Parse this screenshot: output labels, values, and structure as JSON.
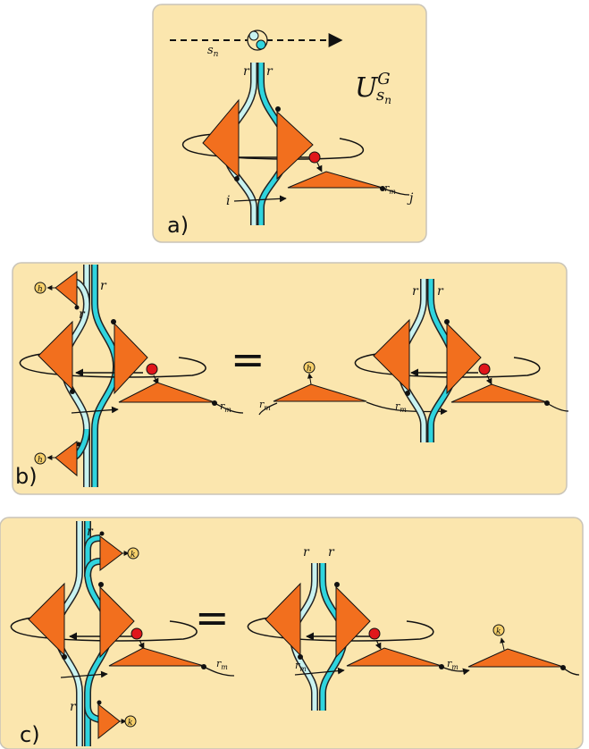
{
  "colors": {
    "panel_fill": "#fbe6ae",
    "panel_stroke": "#c9c4b8",
    "triangle_fill": "#f26f1e",
    "wire_light": "#c8f2f0",
    "wire_cyan": "#2fd4de",
    "node_red": "#e0161b",
    "badge_fill": "#f6d06a"
  },
  "panels": {
    "a": {
      "label": "a)",
      "op_base": "U",
      "op_sup": "G",
      "op_sub": "s",
      "op_sub_index": "n",
      "time_label": "s",
      "time_label_sub": "n",
      "r_left": "r",
      "r_right": "r",
      "i": "i",
      "j": "j",
      "rm": "r",
      "rm_sub": "m"
    },
    "b": {
      "label": "b)",
      "r_top": "r",
      "r_mid": "r",
      "h_top": "h",
      "h_bottom": "h",
      "rm": "r",
      "rm_sub": "m",
      "equals": "=",
      "rhs_r_left": "r",
      "rhs_r_right": "r",
      "rhs_h": "h",
      "rhs_rm_left": "r",
      "rhs_rm_left_sub": "m",
      "rhs_rm_mid": "r",
      "rhs_rm_mid_sub": "m"
    },
    "c": {
      "label": "c)",
      "r_top": "r",
      "r_bottom": "r",
      "k_top": "k",
      "k_bottom": "k",
      "rm": "r",
      "rm_sub": "m",
      "equals": "=",
      "rhs_r_left": "r",
      "rhs_r_right": "r",
      "rhs_k": "k",
      "rhs_rm_left": "r",
      "rhs_rm_left_sub": "m",
      "rhs_rm_mid": "r",
      "rhs_rm_mid_sub": "m"
    }
  }
}
